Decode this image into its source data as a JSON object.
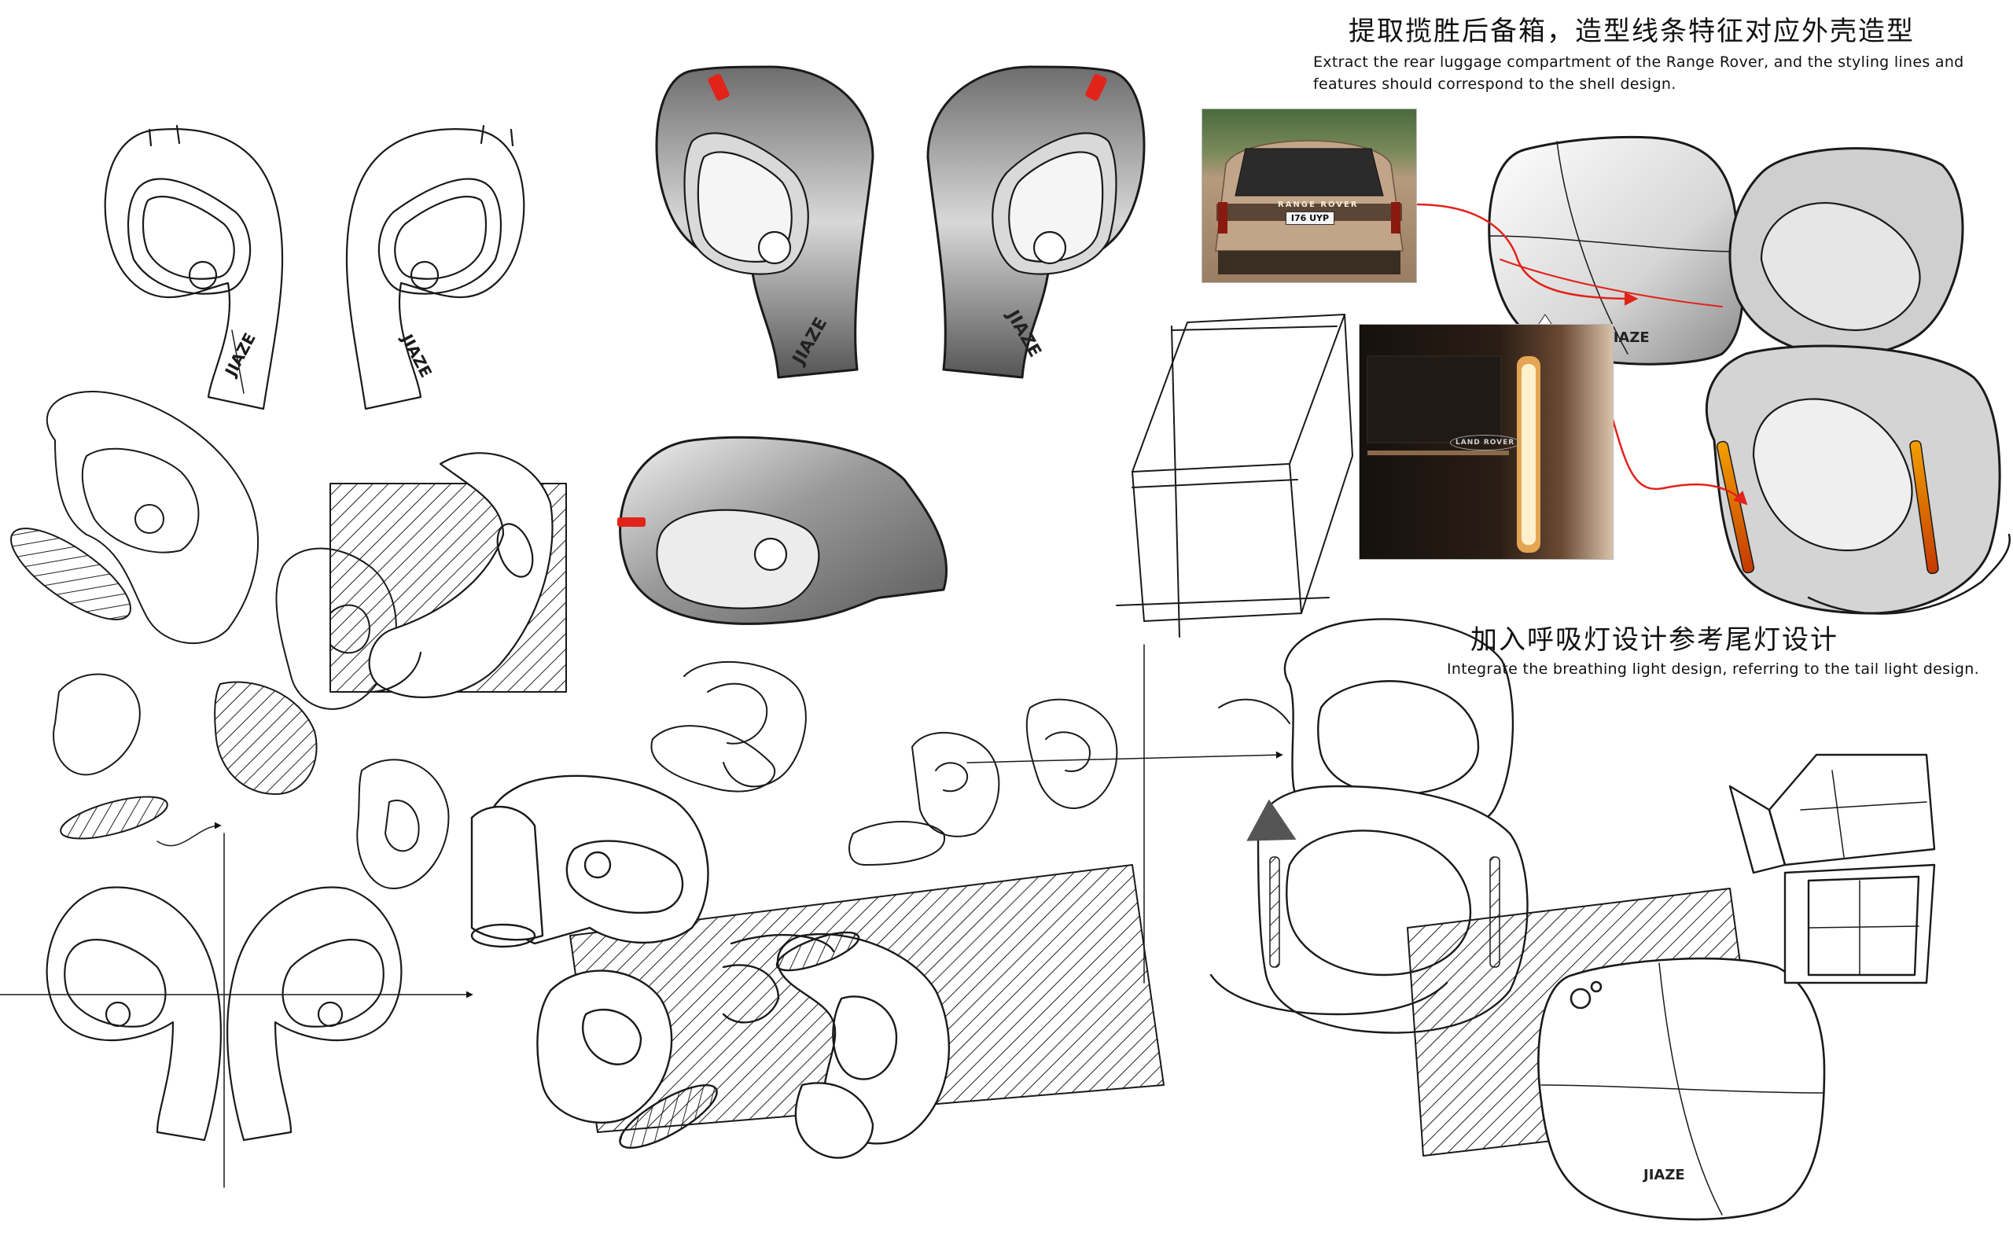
{
  "annotations": {
    "shell": {
      "zh": "提取揽胜后备箱，造型线条特征对应外壳造型",
      "en": "Extract the rear luggage compartment of the Range Rover, and the styling lines and features should correspond to the shell design."
    },
    "light": {
      "zh": "加入呼吸灯设计参考尾灯设计",
      "en": "Integrate the breathing light design, referring to the tail light design."
    }
  },
  "brand": {
    "logo_text": "JIAZE"
  },
  "reference_photos": {
    "car_rear": {
      "badge": "RANGE ROVER",
      "plate": "I76 UYP"
    },
    "tail_light": {
      "badge": "LAND ROVER"
    }
  },
  "colors": {
    "accent_red": "#e2231a",
    "stroke": "#1a1a1a",
    "car_body": "#b89a7c"
  }
}
